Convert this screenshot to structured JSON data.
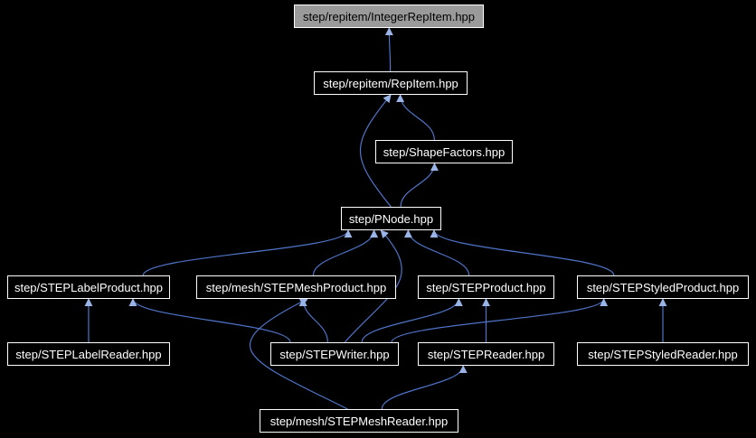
{
  "diagram": {
    "type": "include-dependency-graph",
    "colors": {
      "background": "#000000",
      "node_bg": "#000000",
      "node_border": "#ffffff",
      "node_text": "#ffffff",
      "highlight_bg": "#9a9a9a",
      "highlight_text": "#000000",
      "edge": "#4f74c8",
      "arrow": "#9ab4e8"
    },
    "nodes": [
      {
        "id": "n0",
        "label": "step/repitem/IntegerRepItem.hpp",
        "highlighted": true
      },
      {
        "id": "n1",
        "label": "step/repitem/RepItem.hpp",
        "highlighted": false
      },
      {
        "id": "n2",
        "label": "step/ShapeFactors.hpp",
        "highlighted": false
      },
      {
        "id": "n3",
        "label": "step/PNode.hpp",
        "highlighted": false
      },
      {
        "id": "n4",
        "label": "step/STEPLabelProduct.hpp",
        "highlighted": false
      },
      {
        "id": "n5",
        "label": "step/mesh/STEPMeshProduct.hpp",
        "highlighted": false
      },
      {
        "id": "n6",
        "label": "step/STEPProduct.hpp",
        "highlighted": false
      },
      {
        "id": "n7",
        "label": "step/STEPStyledProduct.hpp",
        "highlighted": false
      },
      {
        "id": "n8",
        "label": "step/STEPLabelReader.hpp",
        "highlighted": false
      },
      {
        "id": "n9",
        "label": "step/STEPWriter.hpp",
        "highlighted": false
      },
      {
        "id": "n10",
        "label": "step/STEPReader.hpp",
        "highlighted": false
      },
      {
        "id": "n11",
        "label": "step/STEPStyledReader.hpp",
        "highlighted": false
      },
      {
        "id": "n12",
        "label": "step/mesh/STEPMeshReader.hpp",
        "highlighted": false
      }
    ],
    "edges": [
      {
        "from": "n1",
        "to": "n0"
      },
      {
        "from": "n2",
        "to": "n1"
      },
      {
        "from": "n3",
        "to": "n1",
        "bow": -45
      },
      {
        "from": "n3",
        "to": "n2"
      },
      {
        "from": "n4",
        "to": "n3"
      },
      {
        "from": "n5",
        "to": "n3"
      },
      {
        "from": "n6",
        "to": "n3"
      },
      {
        "from": "n7",
        "to": "n3"
      },
      {
        "from": "n9",
        "to": "n3",
        "bow": 50
      },
      {
        "from": "n8",
        "to": "n4"
      },
      {
        "from": "n9",
        "to": "n4"
      },
      {
        "from": "n9",
        "to": "n5"
      },
      {
        "from": "n12",
        "to": "n5",
        "bow": -110
      },
      {
        "from": "n9",
        "to": "n6"
      },
      {
        "from": "n10",
        "to": "n6"
      },
      {
        "from": "n9",
        "to": "n7"
      },
      {
        "from": "n11",
        "to": "n7"
      },
      {
        "from": "n12",
        "to": "n10"
      }
    ]
  }
}
